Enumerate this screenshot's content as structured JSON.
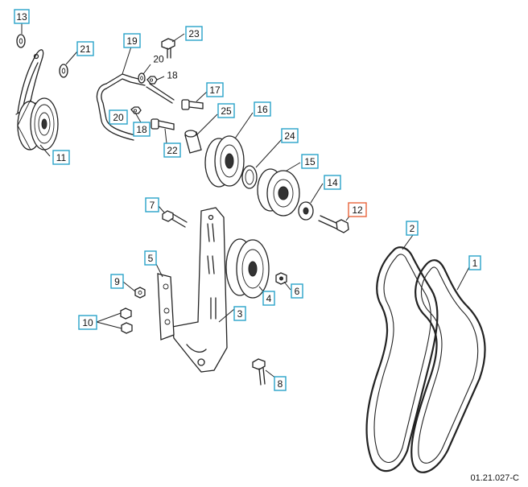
{
  "diagram": {
    "drawing_code": "01.21.027-C",
    "accent_color": "#29a3c9",
    "highlight_color": "#e8643b",
    "callouts": [
      {
        "id": "c13",
        "label": "13",
        "highlighted": false
      },
      {
        "id": "c21",
        "label": "21",
        "highlighted": false
      },
      {
        "id": "c19",
        "label": "19",
        "highlighted": false
      },
      {
        "id": "c23",
        "label": "23",
        "highlighted": false
      },
      {
        "id": "c20a",
        "label": "20",
        "highlighted": false
      },
      {
        "id": "c18a",
        "label": "18",
        "highlighted": false
      },
      {
        "id": "c17",
        "label": "17",
        "highlighted": false
      },
      {
        "id": "c20b",
        "label": "20",
        "highlighted": false
      },
      {
        "id": "c18b",
        "label": "18",
        "highlighted": false
      },
      {
        "id": "c25",
        "label": "25",
        "highlighted": false
      },
      {
        "id": "c16",
        "label": "16",
        "highlighted": false
      },
      {
        "id": "c22",
        "label": "22",
        "highlighted": false
      },
      {
        "id": "c11",
        "label": "11",
        "highlighted": false
      },
      {
        "id": "c24",
        "label": "24",
        "highlighted": false
      },
      {
        "id": "c15",
        "label": "15",
        "highlighted": false
      },
      {
        "id": "c14",
        "label": "14",
        "highlighted": false
      },
      {
        "id": "c12",
        "label": "12",
        "highlighted": true
      },
      {
        "id": "c7",
        "label": "7",
        "highlighted": false
      },
      {
        "id": "c2",
        "label": "2",
        "highlighted": false
      },
      {
        "id": "c1",
        "label": "1",
        "highlighted": false
      },
      {
        "id": "c5",
        "label": "5",
        "highlighted": false
      },
      {
        "id": "c9",
        "label": "9",
        "highlighted": false
      },
      {
        "id": "c6",
        "label": "6",
        "highlighted": false
      },
      {
        "id": "c4",
        "label": "4",
        "highlighted": false
      },
      {
        "id": "c3",
        "label": "3",
        "highlighted": false
      },
      {
        "id": "c10",
        "label": "10",
        "highlighted": false
      },
      {
        "id": "c8",
        "label": "8",
        "highlighted": false
      }
    ]
  }
}
